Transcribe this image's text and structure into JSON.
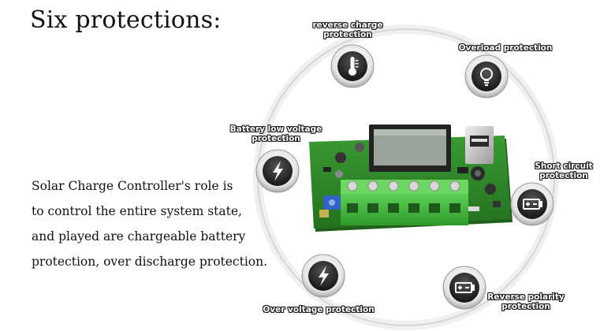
{
  "title": "Six protections:",
  "description": {
    "lines": [
      "Solar Charge Controller's role is",
      "to control the entire system state,",
      "and played are chargeable battery",
      "protection, over discharge protection."
    ]
  },
  "protections": [
    {
      "line1": "reverse charge",
      "line2": "protection",
      "icon": "thermometer-icon"
    },
    {
      "line1": "Overload protection",
      "line2": "",
      "icon": "lightbulb-icon"
    },
    {
      "line1": "Battery low voltage",
      "line2": "protection",
      "icon": "lightning-icon"
    },
    {
      "line1": "Short circuit",
      "line2": "protection",
      "icon": "battery-icon"
    },
    {
      "line1": "Over voltage protection",
      "line2": "",
      "icon": "lightning-icon"
    },
    {
      "line1": "Reverse polarity",
      "line2": "protection",
      "icon": "battery-icon"
    }
  ],
  "colors": {
    "pcb_green": "#2e8a2a",
    "terminal_green": "#3fae3a",
    "lcd": "#9aa39a",
    "icon_dark": "#2a2a2a"
  }
}
